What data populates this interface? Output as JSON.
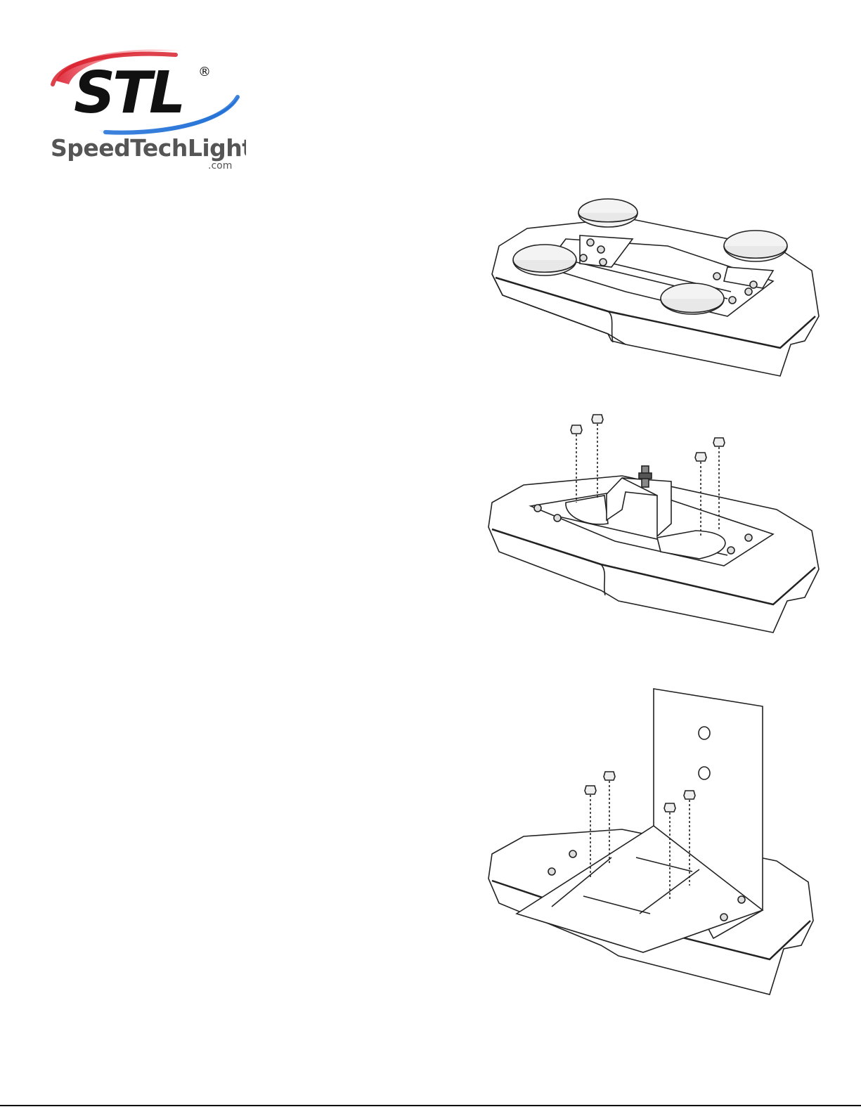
{
  "brand": {
    "mark": "STL",
    "registered": "®",
    "name": "SpeedTechLights",
    "domain": ".com",
    "colors": {
      "red": "#d8202c",
      "blue": "#1f6fd6",
      "text": "#555555",
      "mark": "#111111"
    }
  },
  "figures": [
    {
      "id": "suction-cup-mount",
      "icon": "light-bar-with-suction-cups"
    },
    {
      "id": "stud-bracket-mount",
      "icon": "light-bar-with-stud-bracket"
    },
    {
      "id": "l-bracket-mount",
      "icon": "light-bar-with-l-bracket"
    }
  ]
}
